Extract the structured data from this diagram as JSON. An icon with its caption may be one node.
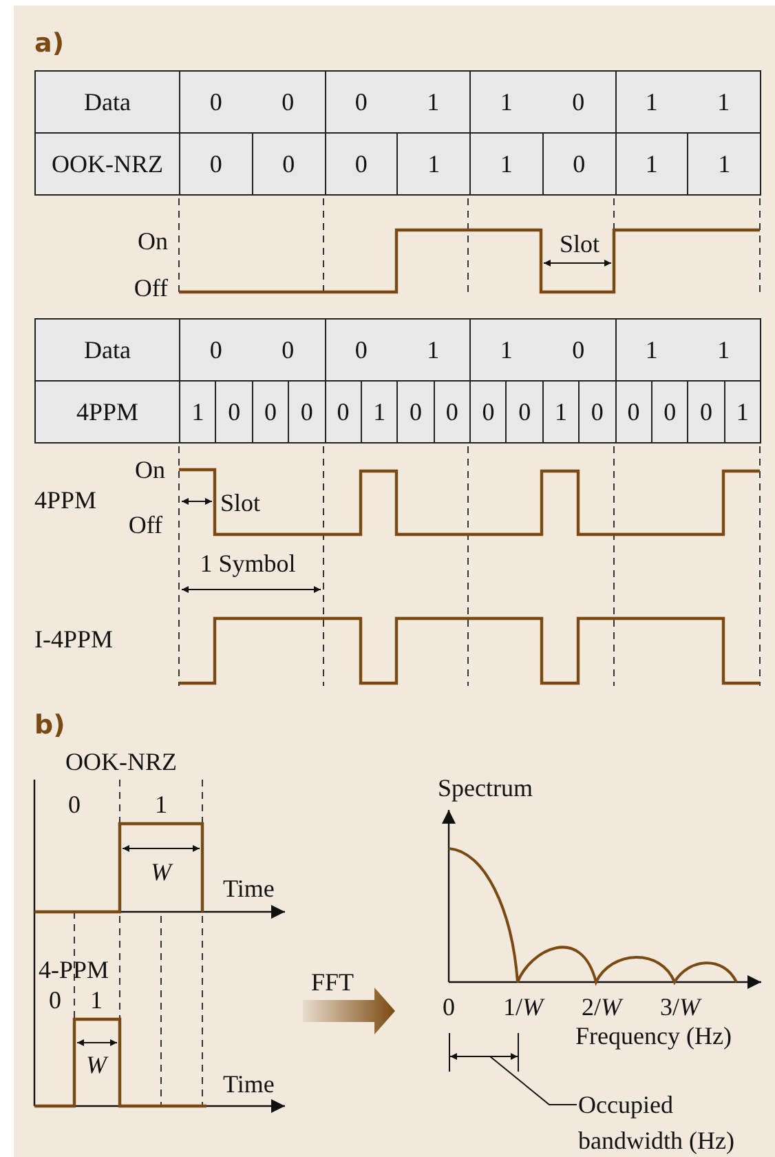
{
  "diagram": {
    "nodes": [
      {
        "text": [
          "Occupied bandwidth (Hz)"
        ]
      },
      {
        "text": [],
        "shape": "bar"
      }
    ],
    "edges": [
      {
        "from": 0,
        "to": 1,
        "arrow": "none"
      }
    ],
    "labels": [
      "a)",
      "Data",
      "0",
      "0",
      "0",
      "1",
      "1",
      "0",
      "1",
      "1",
      "OOK-NRZ",
      "0",
      "0",
      "0",
      "1",
      "1",
      "0",
      "1",
      "1",
      "On",
      "Slot",
      "Off",
      "Data",
      "0",
      "0",
      "0",
      "1",
      "1",
      "0",
      "1",
      "1",
      "4PPM",
      "1",
      "0",
      "0",
      "0",
      "0",
      "1",
      "0",
      "0",
      "0",
      "0",
      "1",
      "0",
      "0",
      "0",
      "0",
      "1",
      "On",
      "4PPM",
      "Slot",
      "Off",
      "1 Symbol",
      "I-4PPM",
      "b)",
      "OOK-NRZ",
      "0",
      "1",
      "W",
      "Time",
      "Spectrum",
      "4-PPM",
      "0",
      "1",
      "W",
      "FFT",
      "Time",
      "0",
      "1/*W*",
      "2/*W*",
      "3/*W*",
      "Frequency (Hz)"
    ]
  }
}
